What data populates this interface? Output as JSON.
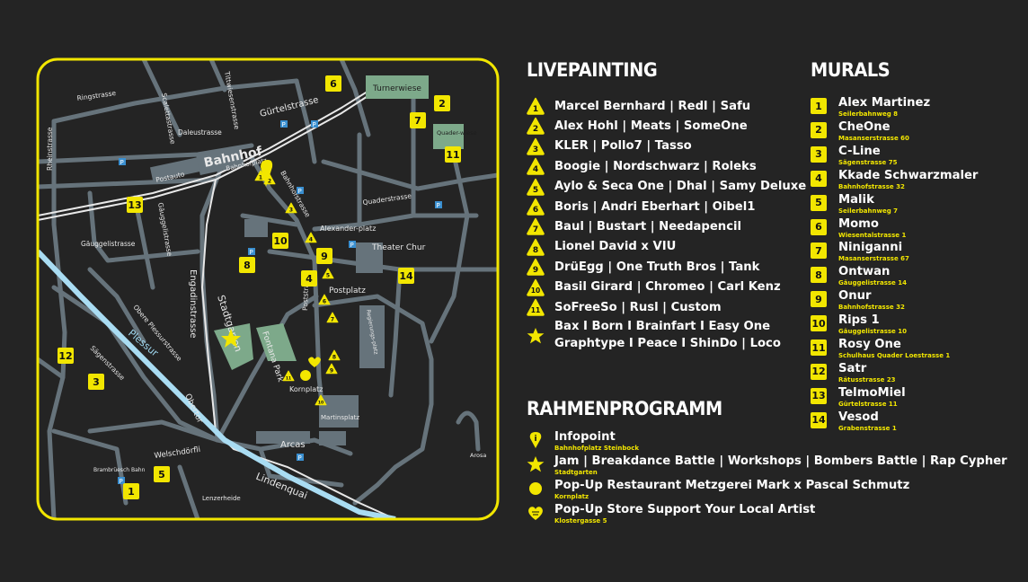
{
  "colors": {
    "background": "#242424",
    "accent": "#f2e600",
    "road": "#66737b",
    "river": "#a9dcf2",
    "park": "#7da98a",
    "water_label": "#9fd8f0"
  },
  "map": {
    "streets": [
      "Ringstrasse",
      "Scalettastrasse",
      "Tittwiesenstrasse",
      "Gürtelstrasse",
      "Daleustrasse",
      "Rheinstrasse",
      "Postauto",
      "Bahnhofplatz",
      "Bahnhofstrasse",
      "Quaderstrasse",
      "Gäuggelistrasse",
      "Gäuggelistrasse",
      "Alexander-platz",
      "Theater Chur",
      "Postplatz",
      "Engadinstrasse",
      "Stadtgarten",
      "Fontana Park",
      "Poststrasse",
      "Regierungs-platz",
      "Kornplatz",
      "Obere Plessurstrasse",
      "Plessur",
      "Sägenstrasse",
      "Obertor",
      "Martinsplatz",
      "Arcas",
      "Welschdörfli",
      "Brambrüesch Bahn",
      "Lenzerheide",
      "Lindenquai",
      "Arosa",
      "Turnerwiese",
      "Quader-wiese",
      "Bahnhof"
    ],
    "parking_label": "P"
  },
  "livepainting": {
    "title": "LIVEPAINTING",
    "items": [
      {
        "n": "1",
        "text": "Marcel Bernhard | Redl | Safu"
      },
      {
        "n": "2",
        "text": "Alex Hohl | Meats | SomeOne"
      },
      {
        "n": "3",
        "text": "KLER | Pollo7 | Tasso"
      },
      {
        "n": "4",
        "text": "Boogie | Nordschwarz | Roleks"
      },
      {
        "n": "5",
        "text": "Aylo & Seca One | Dhal | Samy Deluxe"
      },
      {
        "n": "6",
        "text": "Boris | Andri Eberhart | Oibel1"
      },
      {
        "n": "7",
        "text": "Baul | Bustart | Needapencil"
      },
      {
        "n": "8",
        "text": "Lionel David x VIU"
      },
      {
        "n": "9",
        "text": "DrüEgg | One Truth Bros | Tank"
      },
      {
        "n": "10",
        "text": "Basil Girard | Chromeo | Carl Kenz"
      },
      {
        "n": "11",
        "text": "SoFreeSo | Rusl | Custom"
      }
    ],
    "star_line1": "Bax I Born I Brainfart I Easy One",
    "star_line2": "Graphtype I Peace I ShinDo | Loco"
  },
  "murals": {
    "title": "MURALS",
    "items": [
      {
        "n": "1",
        "name": "Alex Martinez",
        "addr": "Seilerbahnweg 8"
      },
      {
        "n": "2",
        "name": "CheOne",
        "addr": "Masanserstrasse 60"
      },
      {
        "n": "3",
        "name": "C-Line",
        "addr": "Sägenstrasse 75"
      },
      {
        "n": "4",
        "name": "Kkade Schwarzmaler",
        "addr": "Bahnhofstrasse 32"
      },
      {
        "n": "5",
        "name": "Malik",
        "addr": "Seilerbahnweg 7"
      },
      {
        "n": "6",
        "name": "Momo",
        "addr": "Wiesentalstrasse 1"
      },
      {
        "n": "7",
        "name": "Niniganni",
        "addr": "Masanserstrasse 67"
      },
      {
        "n": "8",
        "name": "Ontwan",
        "addr": "Gäuggelistrasse 14"
      },
      {
        "n": "9",
        "name": "Onur",
        "addr": "Bahnhofstrasse 32"
      },
      {
        "n": "10",
        "name": "Rips 1",
        "addr": "Gäuggelistrasse 10"
      },
      {
        "n": "11",
        "name": "Rosy One",
        "addr": "Schulhaus Quader Loestrasse 1"
      },
      {
        "n": "12",
        "name": "Satr",
        "addr": "Rätusstrasse 23"
      },
      {
        "n": "13",
        "name": "TelmoMiel",
        "addr": "Gürtelstrasse 11"
      },
      {
        "n": "14",
        "name": "Vesod",
        "addr": "Grabenstrasse 1"
      }
    ]
  },
  "rahmenprogramm": {
    "title": "RAHMENPROGRAMM",
    "items": [
      {
        "icon": "info-icon",
        "name": "Infopoint",
        "addr": "Bahnhofplatz Steinbock"
      },
      {
        "icon": "star-icon",
        "name": "Jam | Breakdance Battle | Workshops | Bombers Battle | Rap Cypher",
        "addr": "Stadtgarten"
      },
      {
        "icon": "dot-icon",
        "name": "Pop-Up Restaurant Metzgerei Mark x Pascal Schmutz",
        "addr": "Kornplatz"
      },
      {
        "icon": "heart-icon",
        "name": "Pop-Up Store Support Your Local Artist",
        "addr": "Klostergasse 5"
      }
    ]
  }
}
